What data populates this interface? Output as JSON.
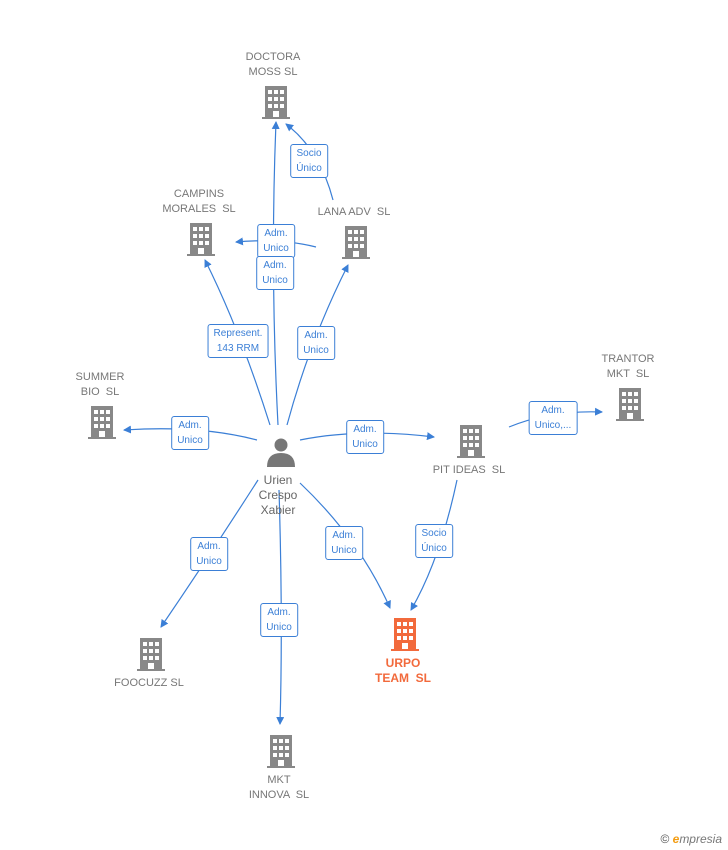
{
  "colors": {
    "edge": "#3b7fd6",
    "company": "#888888",
    "main_company": "#f26a3c",
    "person": "#777777"
  },
  "nodes": [
    {
      "id": "doctora",
      "label": "DOCTORA\nMOSS SL",
      "icon": "building-icon"
    },
    {
      "id": "campins",
      "label": "CAMPINS\nMORALES  SL",
      "icon": "building-icon"
    },
    {
      "id": "lana",
      "label": "LANA ADV  SL",
      "icon": "building-icon"
    },
    {
      "id": "summer",
      "label": "SUMMER\nBIO  SL",
      "icon": "building-icon"
    },
    {
      "id": "trantor",
      "label": "TRANTOR\nMKT  SL",
      "icon": "building-icon"
    },
    {
      "id": "pit",
      "label": "PIT IDEAS  SL",
      "icon": "building-icon"
    },
    {
      "id": "urpo",
      "label": "URPO\nTEAM  SL",
      "icon": "building-icon",
      "main": true
    },
    {
      "id": "foocuzz",
      "label": "FOOCUZZ SL",
      "icon": "building-icon"
    },
    {
      "id": "mkt",
      "label": "MKT\nINNOVA  SL",
      "icon": "building-icon"
    },
    {
      "id": "person",
      "label": "Urien\nCrespo\nXabier",
      "icon": "person-icon"
    }
  ],
  "edges": [
    {
      "id": "e1",
      "label": "Socio\nÚnico"
    },
    {
      "id": "e2",
      "label": "Adm.\nUnico"
    },
    {
      "id": "e3",
      "label": "Adm.\nUnico"
    },
    {
      "id": "e4",
      "label": "Represent.\n143 RRM"
    },
    {
      "id": "e5",
      "label": "Adm.\nUnico"
    },
    {
      "id": "e6",
      "label": "Adm.\nUnico"
    },
    {
      "id": "e7",
      "label": "Adm.\nUnico"
    },
    {
      "id": "e8",
      "label": "Adm.\nUnico,..."
    },
    {
      "id": "e9",
      "label": "Socio\nÚnico"
    },
    {
      "id": "e10",
      "label": "Adm.\nUnico"
    },
    {
      "id": "e11",
      "label": "Adm.\nUnico"
    },
    {
      "id": "e12",
      "label": "Adm.\nUnico"
    }
  ],
  "watermark": {
    "copyright": "©",
    "brand_initial": "e",
    "brand_rest": "mpresia"
  }
}
